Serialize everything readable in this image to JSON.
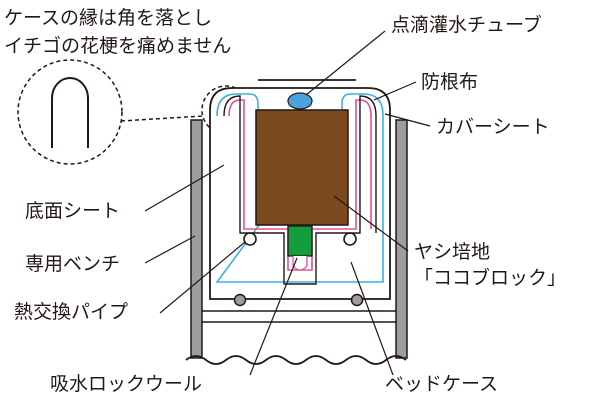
{
  "diagram": {
    "note_line1": "ケースの縁は角を落とし",
    "note_line2": "イチゴの花梗を痛めません",
    "labels": {
      "drip_tube": "点滴灌水チューブ",
      "root_sheet": "防根布",
      "cover_sheet": "カバーシート",
      "bottom_sheet": "底面シート",
      "bench": "専用ベンチ",
      "heat_pipe": "熱交換パイプ",
      "substrate_line1": "ヤシ培地",
      "substrate_line2": "「ココブロック」",
      "rockwool": "吸水ロックウール",
      "bed_case": "ベッドケース"
    },
    "colors": {
      "outline": "#231815",
      "substrate": "#7b4a1f",
      "rockwool": "#149c3e",
      "drip_tube": "#4aa3e0",
      "root_sheet": "#e0509a",
      "cover_sheet": "#3fb0e0",
      "bench": "#9d9d9d"
    }
  }
}
